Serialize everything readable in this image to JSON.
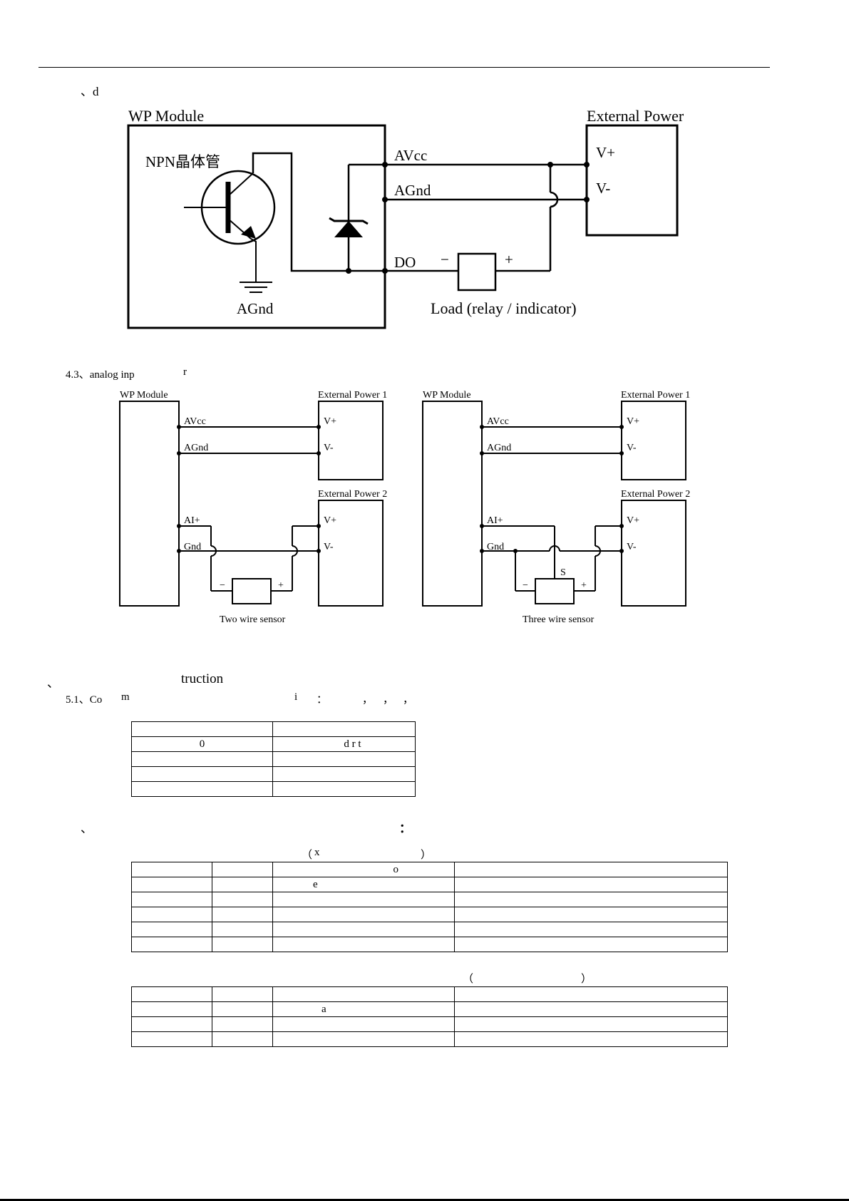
{
  "page": {
    "header_fragment": "、d",
    "section_43_label": "4.3、analog inp",
    "section_43_tail": "r",
    "section_5_prefix": "、",
    "section_5_tail": "truction",
    "s51_label": "5.1、Co",
    "s51_m": "m",
    "s51_i": "i",
    "s51_colon": "：",
    "s51_commas": [
      "，",
      "，",
      "，"
    ],
    "s52_prefix": "、",
    "s52_colon": "："
  },
  "fig_do": {
    "module_title": "WP Module",
    "power_title": "External Power",
    "transistor_label": "NPN晶体管",
    "avcc": "AVcc",
    "agnd": "AGnd",
    "do": "DO",
    "vplus": "V+",
    "vminus": "V-",
    "agnd_ground": "AGnd",
    "minus": "−",
    "plus": "+",
    "load_label": "Load (relay / indicator)"
  },
  "fig_ai_two": {
    "module_title": "WP Module",
    "power1_title": "External Power 1",
    "power2_title": "External Power 2",
    "avcc": "AVcc",
    "agnd": "AGnd",
    "aiplus": "AI+",
    "gnd": "Gnd",
    "vplus": "V+",
    "vminus": "V-",
    "minus": "−",
    "plus": "+",
    "sensor_label": "Two wire sensor"
  },
  "fig_ai_three": {
    "module_title": "WP Module",
    "power1_title": "External Power 1",
    "power2_title": "External Power 2",
    "avcc": "AVcc",
    "agnd": "AGnd",
    "aiplus": "AI+",
    "gnd": "Gnd",
    "vplus": "V+",
    "vminus": "V-",
    "s_label": "S",
    "minus": "−",
    "plus": "+",
    "sensor_label": "Three wire sensor"
  },
  "table1": {
    "rows": [
      [
        "",
        ""
      ],
      [
        "0",
        "d r t"
      ],
      [
        "",
        ""
      ],
      [
        "",
        ""
      ],
      [
        "",
        ""
      ]
    ]
  },
  "table2": {
    "caption_open": "（",
    "caption_x": "x",
    "caption_close": "）",
    "rows": [
      [
        "",
        "",
        "o",
        ""
      ],
      [
        "",
        "",
        "e",
        ""
      ],
      [
        "",
        "",
        "",
        ""
      ],
      [
        "",
        "",
        "",
        ""
      ],
      [
        "",
        "",
        "",
        ""
      ],
      [
        "",
        "",
        "",
        ""
      ]
    ]
  },
  "table3": {
    "caption_open": "（",
    "caption_close": "）",
    "rows": [
      [
        "",
        "",
        "",
        ""
      ],
      [
        "",
        "",
        "a",
        ""
      ],
      [
        "",
        "",
        "",
        ""
      ],
      [
        "",
        "",
        "",
        ""
      ]
    ]
  }
}
